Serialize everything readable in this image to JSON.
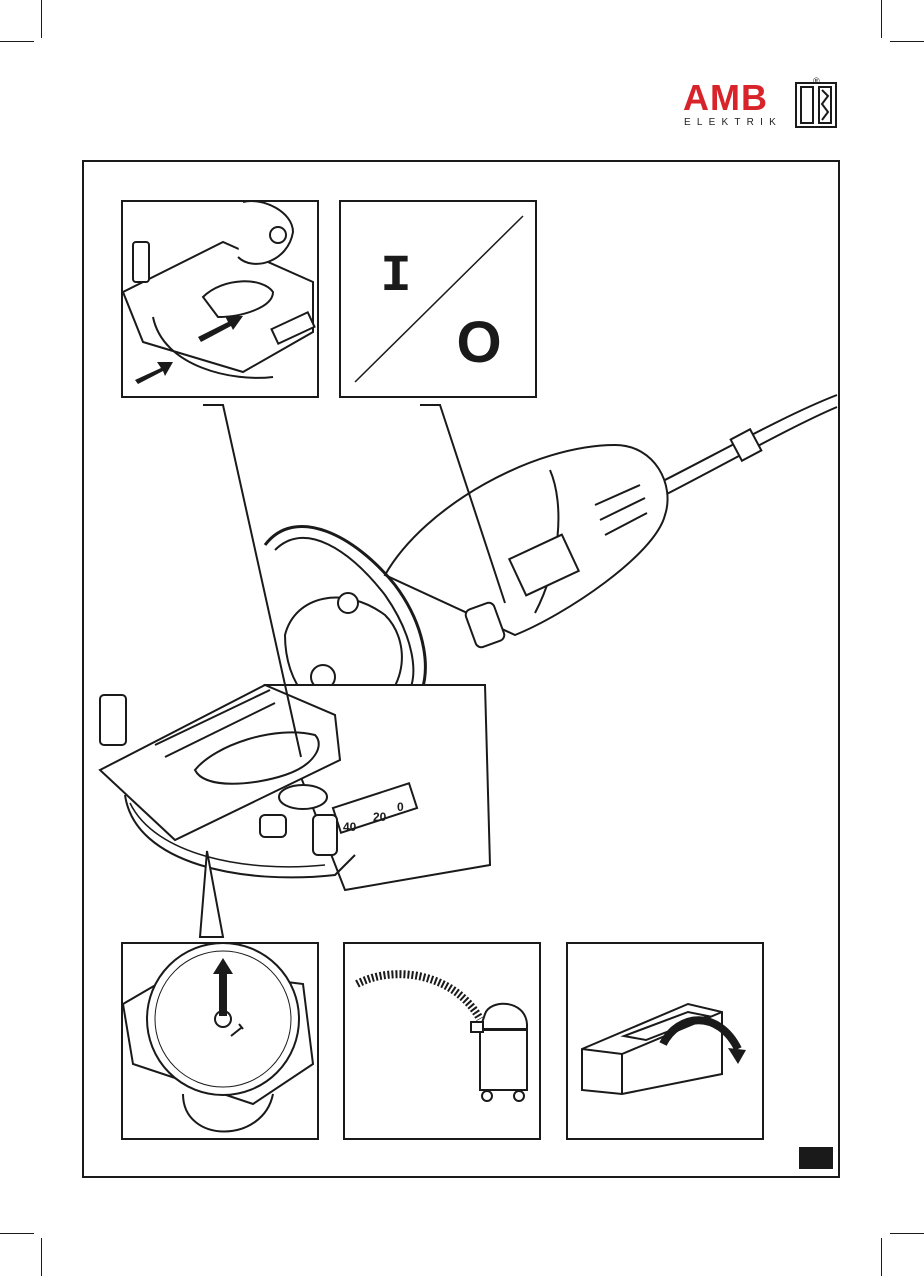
{
  "brand": {
    "name": "AMB",
    "subtitle": "ELEKTRIK",
    "registered_mark": "®",
    "accent_color": "#d8232a"
  },
  "switch_panel": {
    "on_symbol": "I",
    "off_symbol": "O"
  },
  "ruler": {
    "labels": [
      "40",
      "20",
      "0"
    ]
  },
  "icons": [
    "blade-mount-detail-icon",
    "on-off-switch-icon",
    "blade-removal-icon",
    "vacuum-cleaner-icon",
    "groove-breakout-icon"
  ]
}
